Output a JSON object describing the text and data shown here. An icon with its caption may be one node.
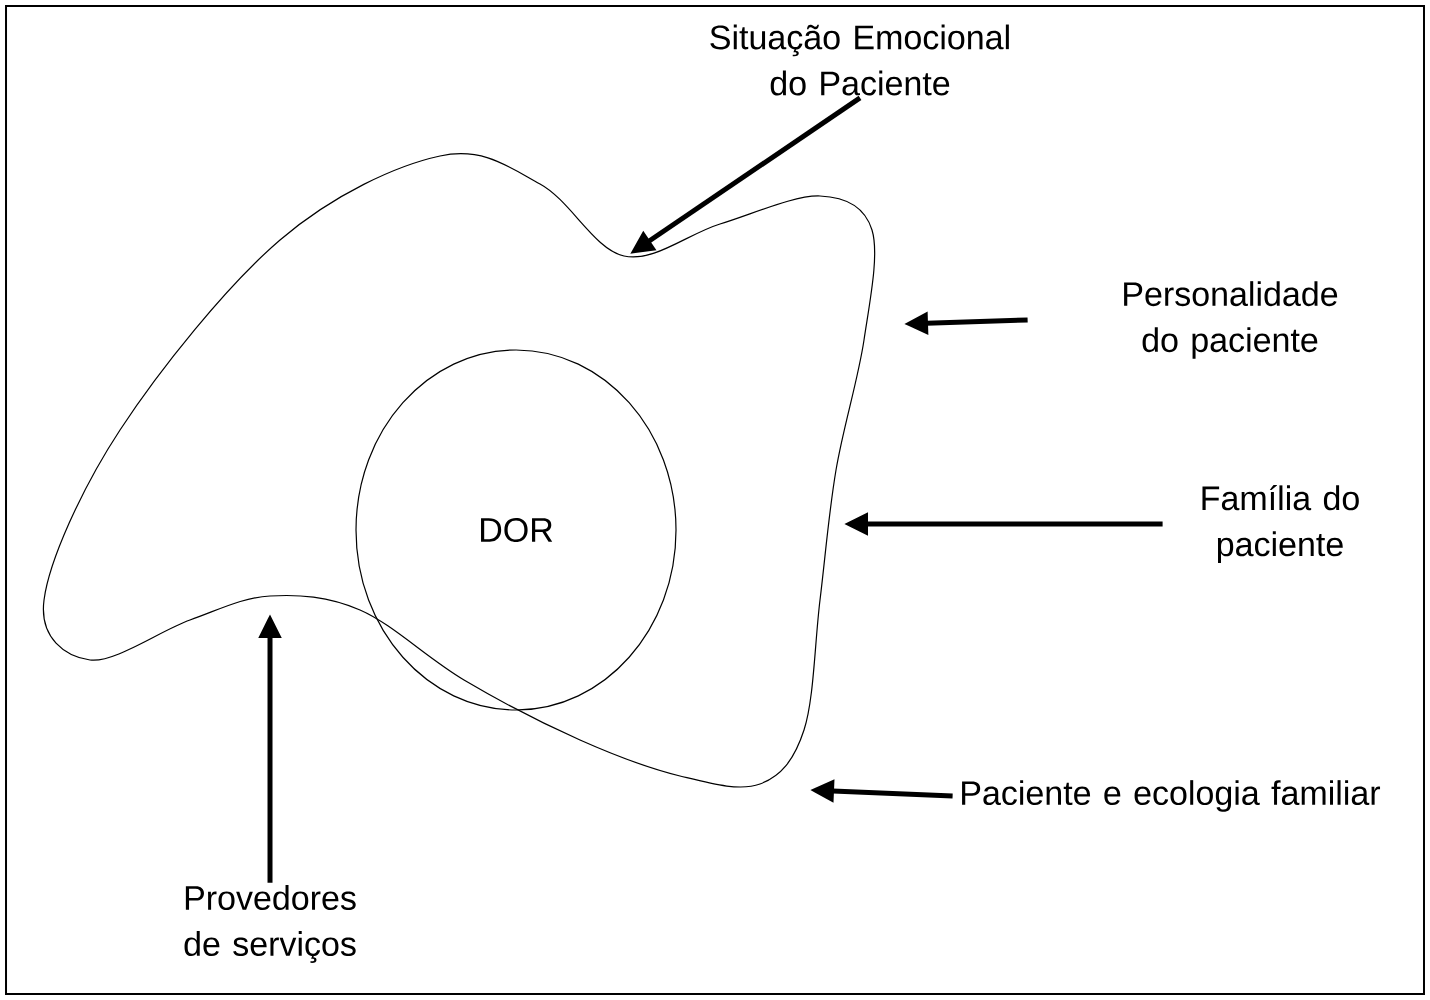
{
  "diagram": {
    "nodes": [
      {
        "text": [],
        "shape": "cloud"
      },
      {
        "text": [
          "DOR"
        ],
        "in": 0
      },
      {
        "text": [
          "Situação Emocional do Paciente"
        ]
      },
      {
        "text": [
          "Personalidade do paciente"
        ]
      },
      {
        "text": [
          "Família do paciente"
        ]
      },
      {
        "text": [
          "Paciente e ecologia familiar"
        ]
      },
      {
        "text": [
          "Provedores de serviços"
        ]
      }
    ],
    "edges": [
      {
        "from": 2,
        "to": 0,
        "arrow": "to"
      },
      {
        "from": 3,
        "to": 0,
        "arrow": "to"
      },
      {
        "from": 4,
        "to": 0,
        "arrow": "to"
      },
      {
        "from": 5,
        "to": 0,
        "arrow": "to"
      },
      {
        "from": 6,
        "to": 0,
        "arrow": "to"
      }
    ]
  }
}
